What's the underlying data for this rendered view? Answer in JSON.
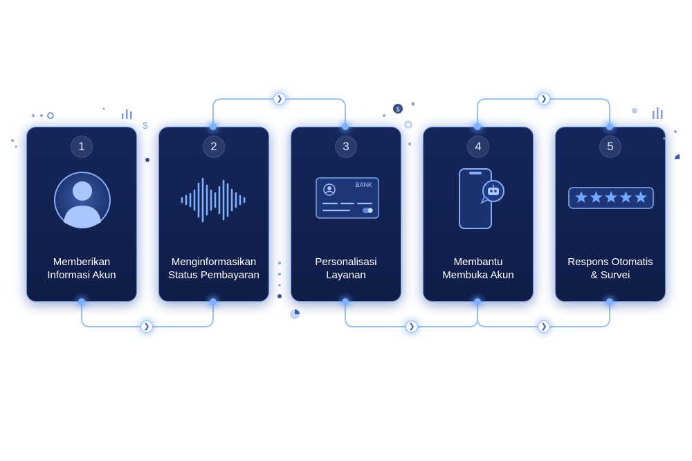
{
  "steps": [
    {
      "number": "1",
      "line1": "Memberikan",
      "line2": "Informasi Akun",
      "icon": "user-avatar-icon"
    },
    {
      "number": "2",
      "line1": "Menginformasikan",
      "line2": "Status Pembayaran",
      "icon": "sound-wave-icon"
    },
    {
      "number": "3",
      "line1": "Personalisasi",
      "line2": "Layanan",
      "icon": "bank-card-icon"
    },
    {
      "number": "4",
      "line1": "Membantu",
      "line2": "Membuka Akun",
      "icon": "phone-chatbot-icon"
    },
    {
      "number": "5",
      "line1": "Respons Otomatis",
      "line2": "& Survei",
      "icon": "five-stars-icon"
    }
  ],
  "card_text": {
    "bank": "BANK"
  },
  "decorations": {
    "dollar": "$",
    "plus": "+"
  },
  "colors": {
    "card_bg": "#15265a",
    "card_border": "#6f8fd6",
    "accent": "#7fb0ff",
    "connector": "#9cc0f0"
  }
}
